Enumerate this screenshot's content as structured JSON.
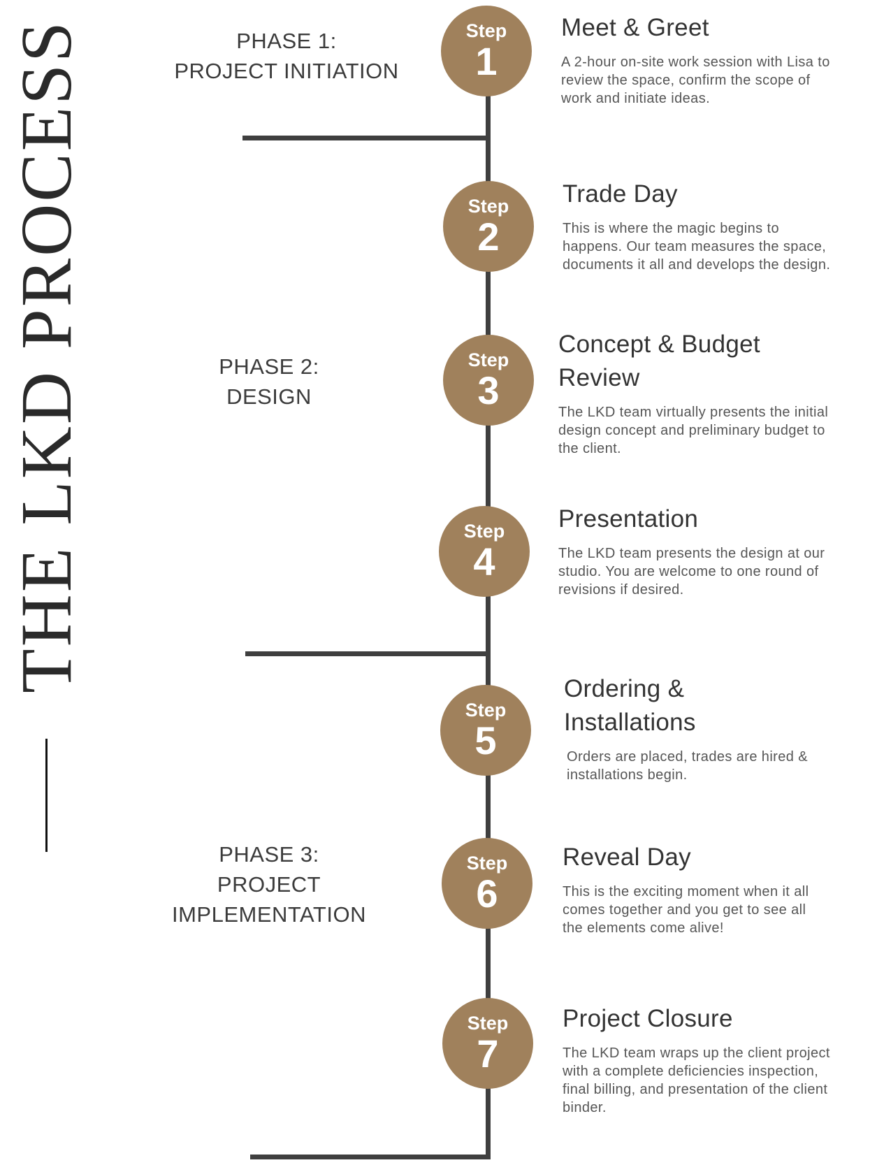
{
  "title": "THE LKD PROCESS",
  "phases": [
    {
      "line1": "PHASE 1:",
      "line2": "PROJECT INITIATION",
      "line3": ""
    },
    {
      "line1": "PHASE 2:",
      "line2": "DESIGN",
      "line3": ""
    },
    {
      "line1": "PHASE 3:",
      "line2": "PROJECT",
      "line3": "IMPLEMENTATION"
    }
  ],
  "steps": [
    {
      "label": "Step",
      "number": "1",
      "title": "Meet & Greet",
      "description": "A 2-hour on-site work session with Lisa to review the space, confirm the scope of work and initiate ideas."
    },
    {
      "label": "Step",
      "number": "2",
      "title": "Trade Day",
      "description": "This is where the magic begins to happens. Our team measures the space, documents it all and develops the design."
    },
    {
      "label": "Step",
      "number": "3",
      "title": "Concept & Budget Review",
      "description": "The LKD team virtually presents the initial design concept and preliminary budget to the client."
    },
    {
      "label": "Step",
      "number": "4",
      "title": "Presentation",
      "description": "The LKD team presents the design at our studio. You are welcome to one round of revisions if desired."
    },
    {
      "label": "Step",
      "number": "5",
      "title": "Ordering & Installations",
      "description": "Orders are placed, trades are hired & installations begin."
    },
    {
      "label": "Step",
      "number": "6",
      "title": "Reveal Day",
      "description": "This is the exciting moment when it all comes together and you get to see all the elements come alive!"
    },
    {
      "label": "Step",
      "number": "7",
      "title": "Project Closure",
      "description": "The LKD team wraps up the client project with a complete deficiencies inspection, final billing, and presentation of the client binder."
    }
  ],
  "colors": {
    "step_circle": "#a0815c",
    "line": "#3f3f3f",
    "heading_text": "#333333",
    "body_text": "#555555"
  }
}
